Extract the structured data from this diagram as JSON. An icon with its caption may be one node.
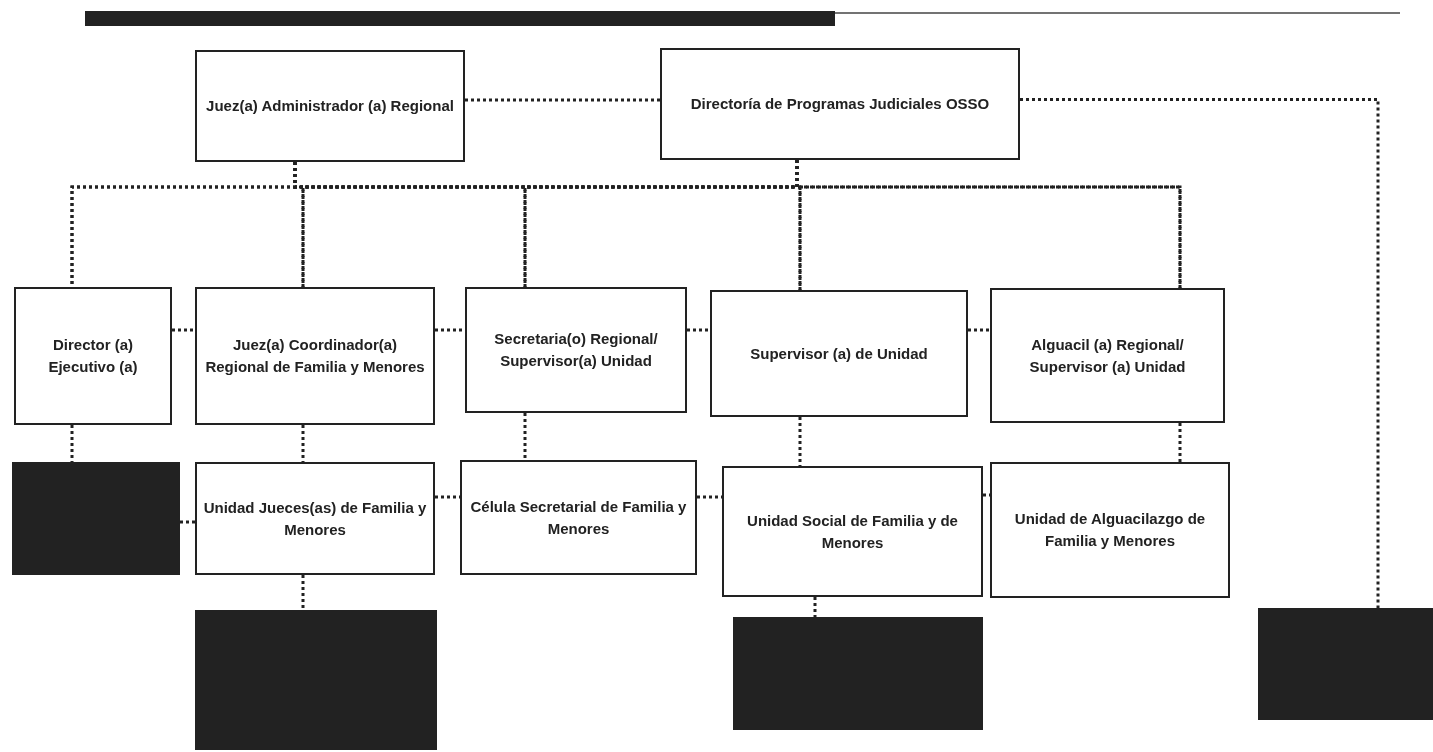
{
  "diagram": {
    "nodes": [
      {
        "text": [
          "Juez(a) Administrador (a) Regional"
        ]
      },
      {
        "text": [
          "Directoría de Programas Judiciales OSSO"
        ]
      },
      {
        "text": [
          "Director (a) Ejecutivo (a)"
        ]
      },
      {
        "text": [
          "Juez(a) Coordinador(a) Regional de Familia y Menores"
        ]
      },
      {
        "text": [
          "Secretaria(o) Regional/ Supervisor(a) Unidad"
        ]
      },
      {
        "text": [
          "Supervisor (a) de Unidad"
        ]
      },
      {
        "text": [
          "Alguacil (a) Regional/ Supervisor (a) Unidad"
        ]
      },
      {
        "text": [],
        "shape": "box"
      },
      {
        "text": [
          "Unidad Jueces(as) de Familia y Menores"
        ]
      },
      {
        "text": [
          "Célula Secretarial de Familia y Menores"
        ]
      },
      {
        "text": [
          "Unidad Social de Familia y de Menores"
        ]
      },
      {
        "text": [
          "Unidad de Alguacilazgo de Familia y Menores"
        ]
      },
      {
        "text": [],
        "shape": "box"
      },
      {
        "text": [],
        "shape": "box"
      },
      {
        "text": [],
        "shape": "box"
      },
      {
        "text": [],
        "shape": "bar"
      }
    ],
    "edges": [
      {
        "from": 0,
        "to": 1,
        "arrow": "none"
      },
      {
        "from": 1,
        "to": 14,
        "arrow": "none"
      },
      {
        "from": 0,
        "to": 2,
        "arrow": "none"
      },
      {
        "from": 0,
        "to": 3,
        "arrow": "none"
      },
      {
        "from": 0,
        "to": 4,
        "arrow": "none"
      },
      {
        "from": 0,
        "to": 5,
        "arrow": "none"
      },
      {
        "from": 0,
        "to": 6,
        "arrow": "none"
      },
      {
        "from": 1,
        "to": 2,
        "arrow": "none"
      },
      {
        "from": 1,
        "to": 3,
        "arrow": "none"
      },
      {
        "from": 1,
        "to": 4,
        "arrow": "none"
      },
      {
        "from": 1,
        "to": 5,
        "arrow": "none"
      },
      {
        "from": 1,
        "to": 6,
        "arrow": "none"
      },
      {
        "from": 2,
        "to": 3,
        "arrow": "none"
      },
      {
        "from": 3,
        "to": 4,
        "arrow": "none"
      },
      {
        "from": 4,
        "to": 5,
        "arrow": "none"
      },
      {
        "from": 5,
        "to": 6,
        "arrow": "none"
      },
      {
        "from": 2,
        "to": 7,
        "arrow": "none"
      },
      {
        "from": 3,
        "to": 8,
        "arrow": "none"
      },
      {
        "from": 4,
        "to": 9,
        "arrow": "none"
      },
      {
        "from": 5,
        "to": 10,
        "arrow": "none"
      },
      {
        "from": 6,
        "to": 11,
        "arrow": "none"
      },
      {
        "from": 7,
        "to": 8,
        "arrow": "none"
      },
      {
        "from": 8,
        "to": 9,
        "arrow": "none"
      },
      {
        "from": 9,
        "to": 10,
        "arrow": "none"
      },
      {
        "from": 10,
        "to": 11,
        "arrow": "none"
      },
      {
        "from": 8,
        "to": 12,
        "arrow": "none"
      },
      {
        "from": 10,
        "to": 13,
        "arrow": "none"
      }
    ]
  }
}
